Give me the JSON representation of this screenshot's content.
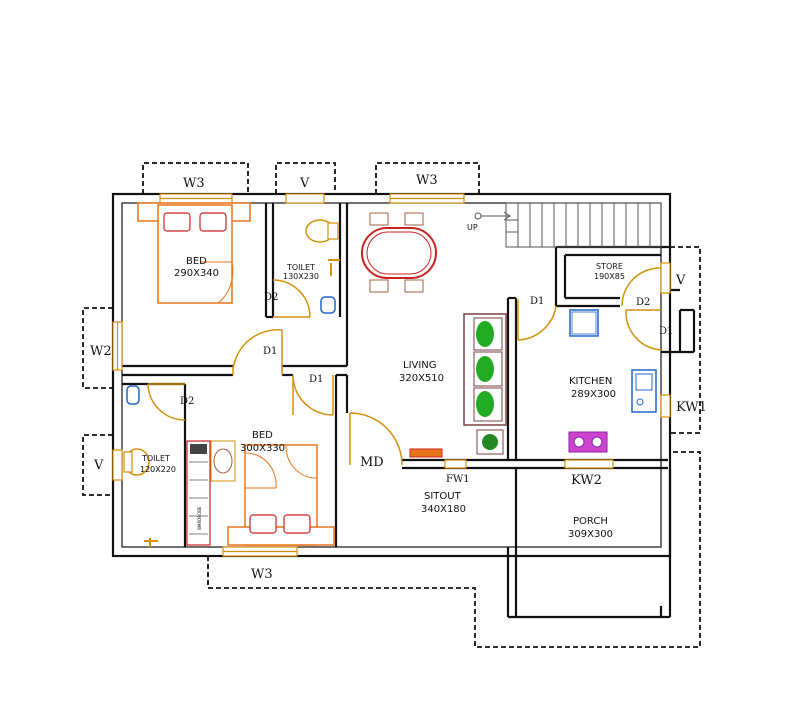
{
  "rooms": {
    "bed1": {
      "name": "BED",
      "size": "290X340"
    },
    "toilet1": {
      "name": "TOILET",
      "size": "130X230"
    },
    "living": {
      "name": "LIVING",
      "size": "320X510"
    },
    "store": {
      "name": "STORE",
      "size": "190X85"
    },
    "kitchen": {
      "name": "KITCHEN",
      "size": "289X300"
    },
    "toilet2": {
      "name": "TOILET",
      "size": "120X220"
    },
    "bed2": {
      "name": "BED",
      "size": "300X330"
    },
    "sitout": {
      "name": "SITOUT",
      "size": "340X180"
    },
    "porch": {
      "name": "PORCH",
      "size": "309X300"
    }
  },
  "windows": {
    "w3_top_left": "W3",
    "v_top": "V",
    "w3_top_mid": "W3",
    "v_right": "V",
    "kw1": "KW1",
    "w2_left": "W2",
    "v_left": "V",
    "w3_bottom": "W3",
    "kw2": "KW2",
    "fw1": "FW1"
  },
  "doors": {
    "d2_toilet1": "D2",
    "d1_bed1": "D1",
    "d1_kitchen": "D1",
    "d2_store": "D2",
    "d1_right": "D1",
    "d2_toilet2": "D2",
    "d1_bed2": "D1",
    "md": "MD"
  },
  "stairs": {
    "up_label": "UP"
  },
  "wardrobe": {
    "label": "WARDROBE"
  },
  "colors": {
    "wall": "#111111",
    "door": "#d4900a",
    "bed": "#e8741a",
    "bed_outline": "#cc2222",
    "table": "#cc2222",
    "sofa_green": "#22aa22",
    "rug": "#9922aa",
    "sink": "#2266cc"
  }
}
